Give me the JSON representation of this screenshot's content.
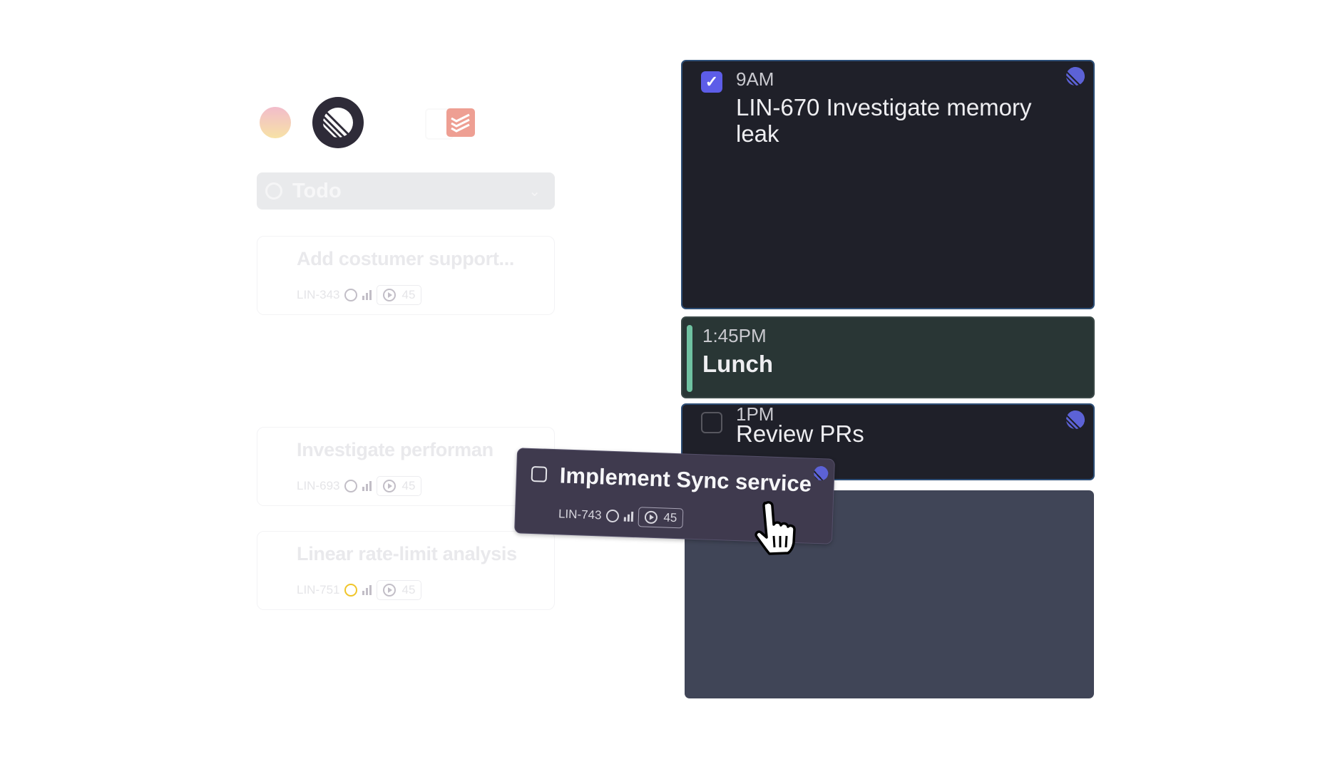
{
  "integrations": [
    {
      "name": "avatar"
    },
    {
      "name": "linear-logo"
    },
    {
      "name": "todoist-logo",
      "color": "#ee9f93"
    }
  ],
  "status_group": {
    "label": "Todo"
  },
  "tasks": [
    {
      "title": "Add costumer support...",
      "id": "LIN-343",
      "status": "todo",
      "estimate": "45"
    },
    {
      "title": "Investigate performan",
      "id": "LIN-693",
      "status": "todo",
      "estimate": "45"
    },
    {
      "title": "Linear rate-limit analysis",
      "id": "LIN-751",
      "status": "in-progress",
      "estimate": "45"
    }
  ],
  "dragged_task": {
    "title": "Implement Sync service",
    "id": "LIN-743",
    "estimate": "45"
  },
  "calendar": {
    "events": [
      {
        "time": "9AM",
        "title": "LIN-670 Investigate memory leak",
        "checked": true
      },
      {
        "time": "1:45PM",
        "title": "Lunch",
        "color": "#6fc2a1"
      },
      {
        "time": "1PM",
        "title": "Review PRs",
        "checked": false
      }
    ]
  },
  "colors": {
    "accent": "#5d5de8",
    "event_bg": "#1f2029",
    "lunch_bg": "#293635",
    "drop_zone": "#404557"
  }
}
